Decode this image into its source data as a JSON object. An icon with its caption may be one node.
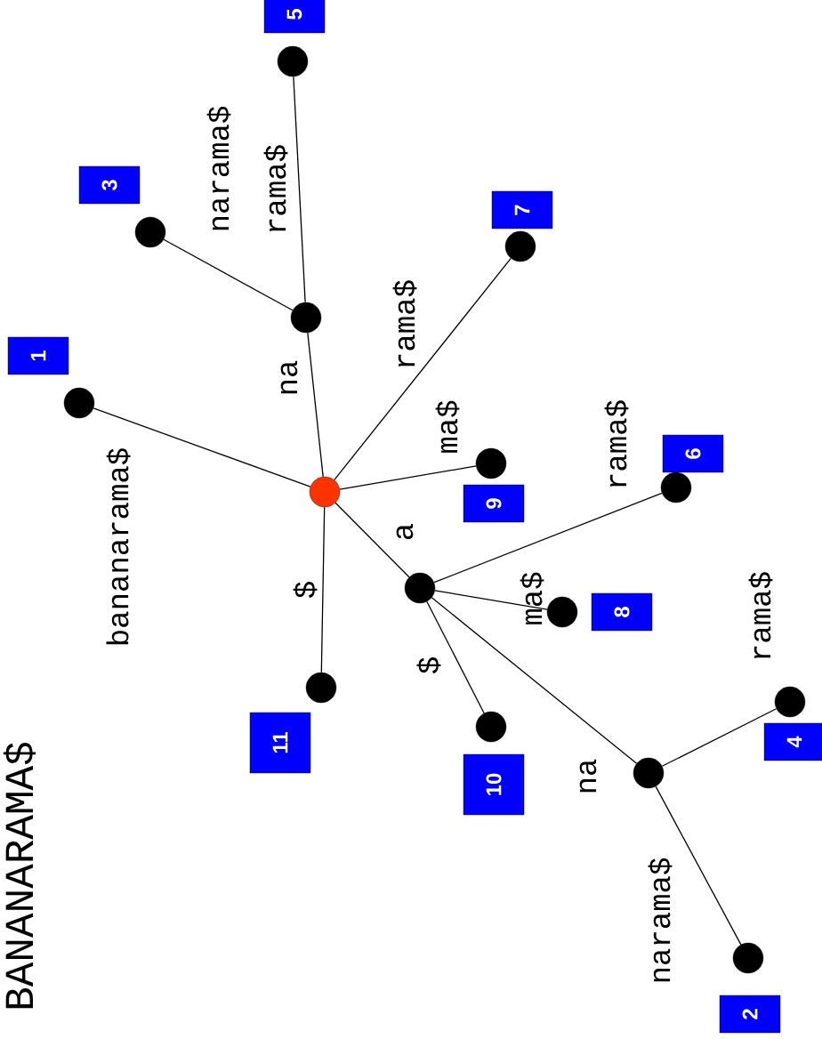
{
  "diagram": {
    "nodes": [
      {
        "text": [],
        "shape": "circle"
      },
      {
        "text": [],
        "shape": "circle"
      },
      {
        "text": [],
        "shape": "circle"
      },
      {
        "text": [],
        "shape": "circle"
      },
      {
        "text": [],
        "shape": "circle"
      },
      {
        "text": [],
        "shape": "circle"
      },
      {
        "text": [],
        "shape": "circle"
      },
      {
        "text": [],
        "shape": "circle"
      },
      {
        "text": [],
        "shape": "circle"
      },
      {
        "text": [],
        "shape": "circle"
      },
      {
        "text": [],
        "shape": "circle"
      },
      {
        "text": [],
        "shape": "circle"
      },
      {
        "text": [],
        "shape": "circle"
      },
      {
        "text": [],
        "shape": "circle"
      },
      {
        "text": [],
        "shape": "circle"
      },
      {
        "text": [
          "1"
        ]
      },
      {
        "text": [
          "2"
        ]
      },
      {
        "text": [
          "3"
        ]
      },
      {
        "text": [
          "4"
        ]
      },
      {
        "text": [
          "5"
        ]
      },
      {
        "text": [
          "6"
        ]
      },
      {
        "text": [
          "7"
        ]
      },
      {
        "text": [
          "8"
        ]
      },
      {
        "text": [
          "9"
        ]
      },
      {
        "text": [
          "10"
        ]
      },
      {
        "text": [
          "11"
        ]
      }
    ],
    "edges": [
      {
        "from": 0,
        "to": 4,
        "arrow": "none",
        "label": "bananarama$"
      },
      {
        "from": 0,
        "to": 1,
        "arrow": "none",
        "label": "na"
      },
      {
        "from": 1,
        "to": 5,
        "arrow": "none",
        "label": "narama$"
      },
      {
        "from": 1,
        "to": 6,
        "arrow": "none",
        "label": "rama$"
      },
      {
        "from": 0,
        "to": 7,
        "arrow": "none",
        "label": "rama$"
      },
      {
        "from": 0,
        "to": 8,
        "arrow": "none",
        "label": "ma$"
      },
      {
        "from": 0,
        "to": 2,
        "arrow": "none",
        "label": "a"
      },
      {
        "from": 0,
        "to": 14,
        "arrow": "none",
        "label": "$"
      },
      {
        "from": 2,
        "to": 9,
        "arrow": "none",
        "label": "rama$"
      },
      {
        "from": 2,
        "to": 10,
        "arrow": "none",
        "label": "ma$"
      },
      {
        "from": 2,
        "to": 11,
        "arrow": "none",
        "label": "$"
      },
      {
        "from": 2,
        "to": 3,
        "arrow": "none",
        "label": "na"
      },
      {
        "from": 3,
        "to": 12,
        "arrow": "none",
        "label": "rama$"
      },
      {
        "from": 3,
        "to": 13,
        "arrow": "none",
        "label": "narama$"
      }
    ],
    "labels": [
      "BANANARAMA$"
    ]
  }
}
